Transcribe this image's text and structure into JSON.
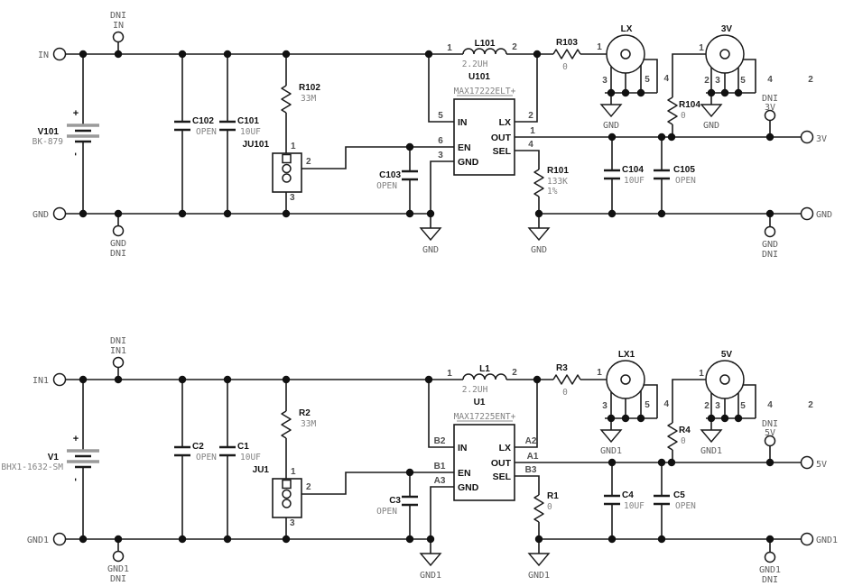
{
  "colors": {
    "background": "#ffffff",
    "wires": "#1a1a1a",
    "refdes_text": "#111111",
    "value_text": "#828282",
    "pin_number_text": "#4d4d4d",
    "net_label_text": "#5e5e5e"
  },
  "circuits": [
    {
      "ports": {
        "in": "IN",
        "gnd": "GND",
        "out": "3V",
        "out_gnd": "GND"
      },
      "tp_in": {
        "l1": "DNI",
        "l2": "IN"
      },
      "tp_gnd": {
        "l1": "GND",
        "l2": "DNI"
      },
      "tp_out": {
        "pin_a": "4",
        "pin_b": "2",
        "l1": "DNI",
        "l2": "3V"
      },
      "tp_out_gnd": {
        "l1": "GND",
        "l2": "DNI"
      },
      "battery": {
        "ref": "V101",
        "value": "BK-879",
        "plus": "+",
        "minus": "-"
      },
      "cap1": {
        "ref": "C102",
        "value": "OPEN"
      },
      "cap2": {
        "ref": "C101",
        "value": "10UF"
      },
      "res_en": {
        "ref": "R102",
        "value": "33M"
      },
      "jumper": {
        "ref": "JU101",
        "p1": "1",
        "p2": "2",
        "p3": "3"
      },
      "cap_en": {
        "ref": "C103",
        "value": "OPEN"
      },
      "ic": {
        "ref": "U101",
        "part": "MAX17222ELT+",
        "n_in": "5",
        "n_en": "6",
        "n_gnd": "3",
        "n_lx": "2",
        "n_out": "1",
        "n_sel": "4",
        "p_in": "IN",
        "p_en": "EN",
        "p_gnd": "GND",
        "p_lx": "LX",
        "p_out": "OUT",
        "p_sel": "SEL"
      },
      "ind": {
        "ref": "L101",
        "value": "2.2UH",
        "p1": "1",
        "p2": "2"
      },
      "res_lx": {
        "ref": "R103",
        "value": "0"
      },
      "jack_lx": {
        "name": "LX",
        "p1": "1",
        "p3": "3",
        "p5": "5",
        "gnd": "GND"
      },
      "jack_out": {
        "name": "3V",
        "p1": "1",
        "p4": "4",
        "p2": "2",
        "p3": "3",
        "p5": "5",
        "gnd": "GND"
      },
      "res_out": {
        "ref": "R104",
        "value": "0"
      },
      "res_sel": {
        "ref": "R101",
        "value": "133K",
        "tol": "1%"
      },
      "cap3": {
        "ref": "C104",
        "value": "10UF"
      },
      "cap4": {
        "ref": "C105",
        "value": "OPEN"
      },
      "gnd_ic": "GND",
      "gnd_sel": "GND"
    },
    {
      "ports": {
        "in": "IN1",
        "gnd": "GND1",
        "out": "5V",
        "out_gnd": "GND1"
      },
      "tp_in": {
        "l1": "DNI",
        "l2": "IN1"
      },
      "tp_gnd": {
        "l1": "GND1",
        "l2": "DNI"
      },
      "tp_out": {
        "pin_a": "4",
        "pin_b": "2",
        "l1": "DNI",
        "l2": "5V"
      },
      "tp_out_gnd": {
        "l1": "GND1",
        "l2": "DNI"
      },
      "battery": {
        "ref": "V1",
        "value": "BHX1-1632-SM",
        "plus": "+",
        "minus": "-"
      },
      "cap1": {
        "ref": "C2",
        "value": "OPEN"
      },
      "cap2": {
        "ref": "C1",
        "value": "10UF"
      },
      "res_en": {
        "ref": "R2",
        "value": "33M"
      },
      "jumper": {
        "ref": "JU1",
        "p1": "1",
        "p2": "2",
        "p3": "3"
      },
      "cap_en": {
        "ref": "C3",
        "value": "OPEN"
      },
      "ic": {
        "ref": "U1",
        "part": "MAX17225ENT+",
        "n_in": "B2",
        "n_en": "B1",
        "n_gnd": "A3",
        "n_lx": "A2",
        "n_out": "A1",
        "n_sel": "B3",
        "p_in": "IN",
        "p_en": "EN",
        "p_gnd": "GND",
        "p_lx": "LX",
        "p_out": "OUT",
        "p_sel": "SEL"
      },
      "ind": {
        "ref": "L1",
        "value": "2.2UH",
        "p1": "1",
        "p2": "2"
      },
      "res_lx": {
        "ref": "R3",
        "value": "0"
      },
      "jack_lx": {
        "name": "LX1",
        "p1": "1",
        "p3": "3",
        "p5": "5",
        "gnd": "GND1"
      },
      "jack_out": {
        "name": "5V",
        "p1": "1",
        "p4": "4",
        "p2": "2",
        "p3": "3",
        "p5": "5",
        "gnd": "GND1"
      },
      "res_out": {
        "ref": "R4",
        "value": "0"
      },
      "res_sel": {
        "ref": "R1",
        "value": "0",
        "tol": ""
      },
      "cap3": {
        "ref": "C4",
        "value": "10UF"
      },
      "cap4": {
        "ref": "C5",
        "value": "OPEN"
      },
      "gnd_ic": "GND1",
      "gnd_sel": "GND1"
    }
  ]
}
